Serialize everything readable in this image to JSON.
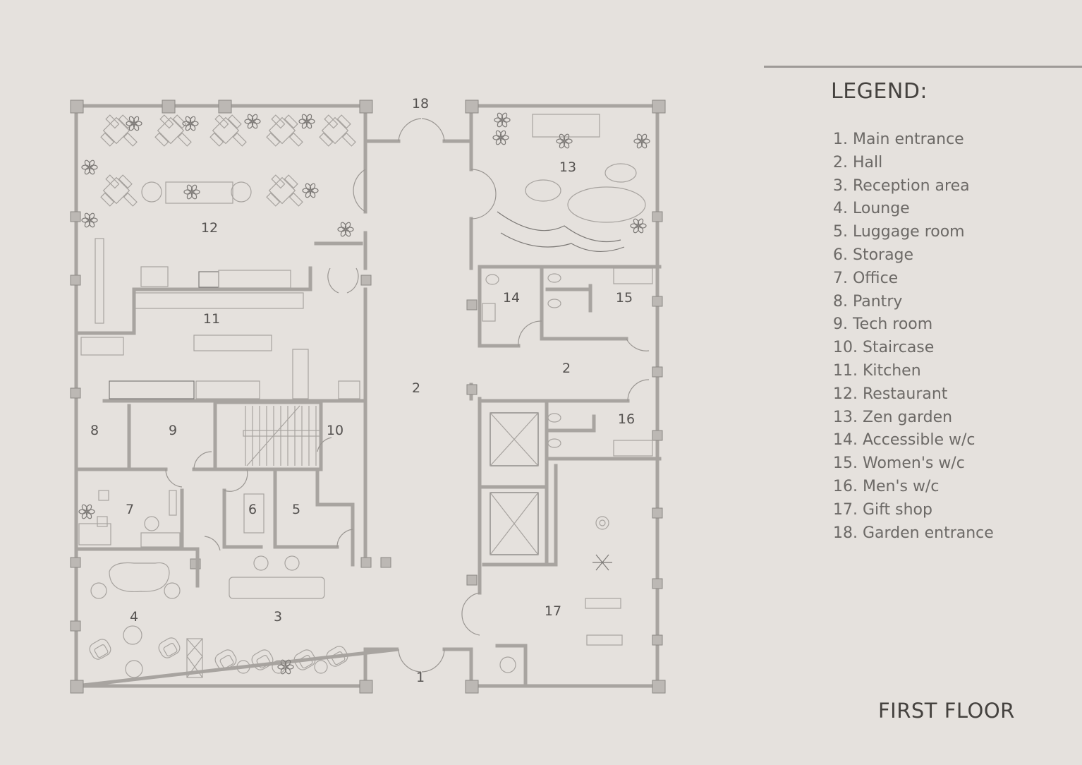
{
  "legend": {
    "title": "LEGEND:",
    "items": [
      "1. Main entrance",
      "2. Hall",
      "3. Reception area",
      "4. Lounge",
      "5. Luggage room",
      "6. Storage",
      "7. Office",
      "8. Pantry",
      "9. Tech room",
      "10. Staircase",
      "11. Kitchen",
      "12. Restaurant",
      "13. Zen garden",
      "14. Accessible w/c",
      "15. Women's w/c",
      "16. Men's w/c",
      "17. Gift shop",
      "18. Garden entrance"
    ]
  },
  "floor_title": "FIRST FLOOR",
  "rooms": {
    "r1": "1",
    "r2a": "2",
    "r2b": "2",
    "r3": "3",
    "r4": "4",
    "r5": "5",
    "r6": "6",
    "r7": "7",
    "r8": "8",
    "r9": "9",
    "r10": "10",
    "r11": "11",
    "r12": "12",
    "r13": "13",
    "r14": "14",
    "r15": "15",
    "r16": "16",
    "r17": "17",
    "r18": "18"
  },
  "colors": {
    "background": "#e5e1dd",
    "wall": "#a8a4a0",
    "text": "#555250"
  }
}
